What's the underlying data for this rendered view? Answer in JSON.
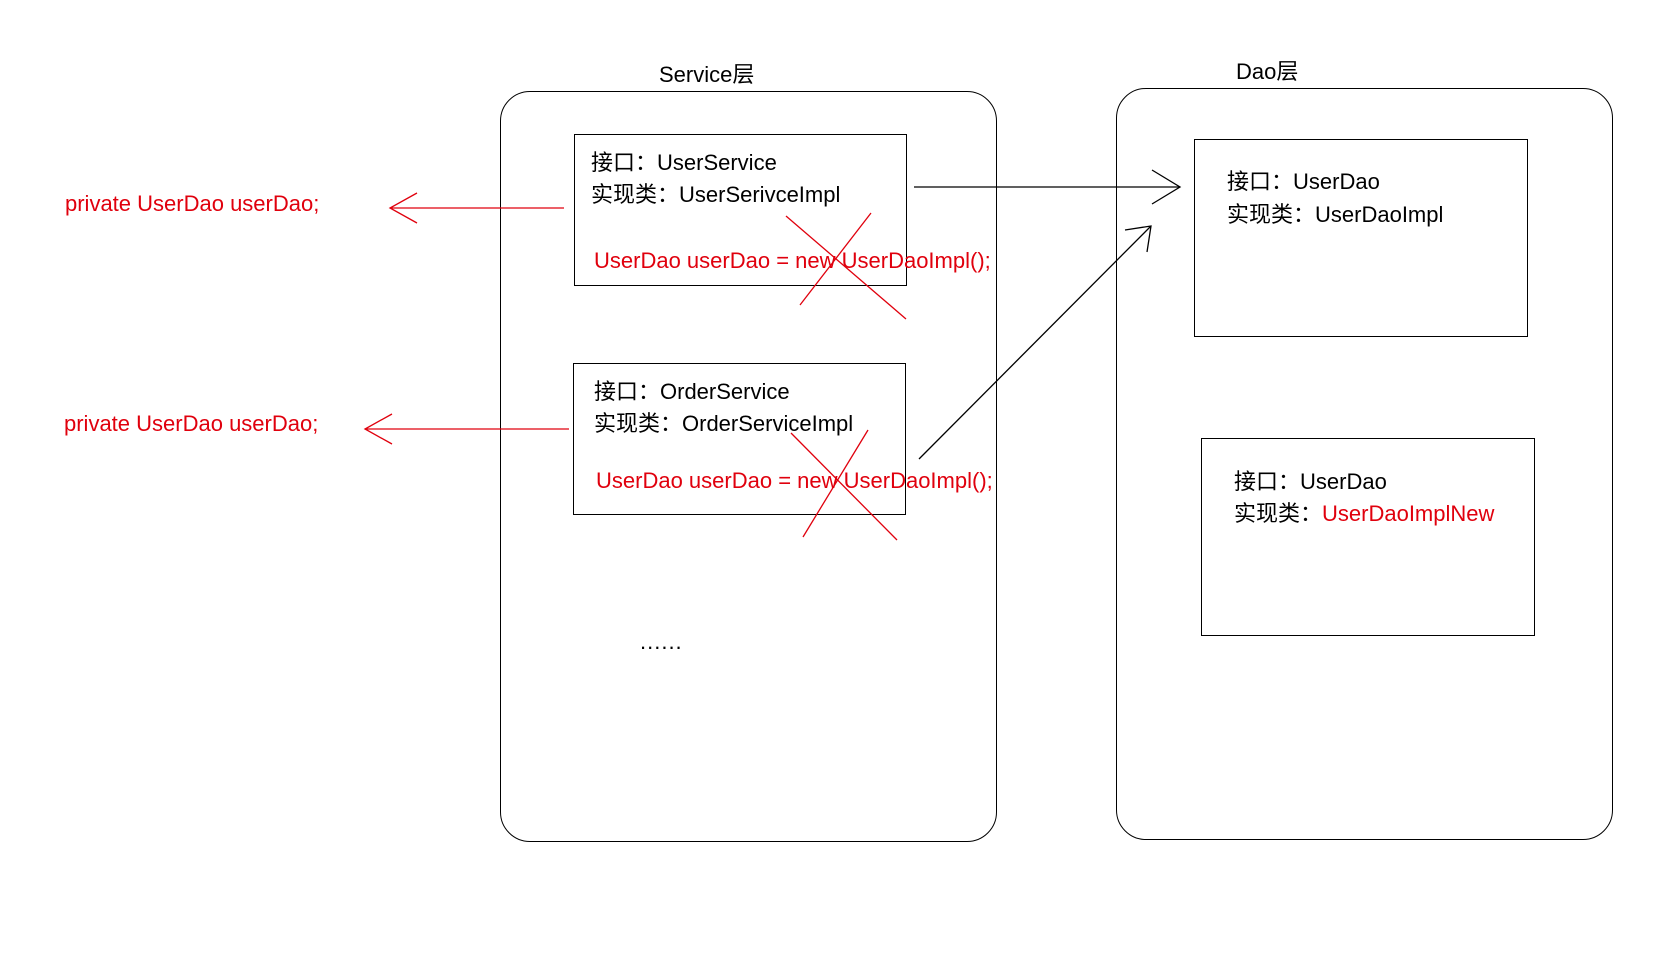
{
  "layers": {
    "service": {
      "title": "Service层"
    },
    "dao": {
      "title": "Dao层"
    }
  },
  "service_boxes": [
    {
      "interface_label": "接口：UserService",
      "impl_label": "实现类：UserSerivceImpl",
      "code": "UserDao userDao = new UserDaoImpl();"
    },
    {
      "interface_label": "接口：OrderService",
      "impl_label": "实现类：OrderServiceImpl",
      "code": "UserDao userDao = new UserDaoImpl();"
    }
  ],
  "service_more": "......",
  "dao_boxes": [
    {
      "interface_label": "接口：UserDao",
      "impl_prefix": "实现类：",
      "impl_name": "UserDaoImpl",
      "impl_highlight": false
    },
    {
      "interface_label": "接口：UserDao",
      "impl_prefix": "实现类：",
      "impl_name": "UserDaoImplNew",
      "impl_highlight": true
    }
  ],
  "annotations": [
    {
      "text": "private UserDao userDao;"
    },
    {
      "text": "private UserDao userDao;"
    }
  ],
  "colors": {
    "line": "#000000",
    "highlight": "#e0000d"
  }
}
